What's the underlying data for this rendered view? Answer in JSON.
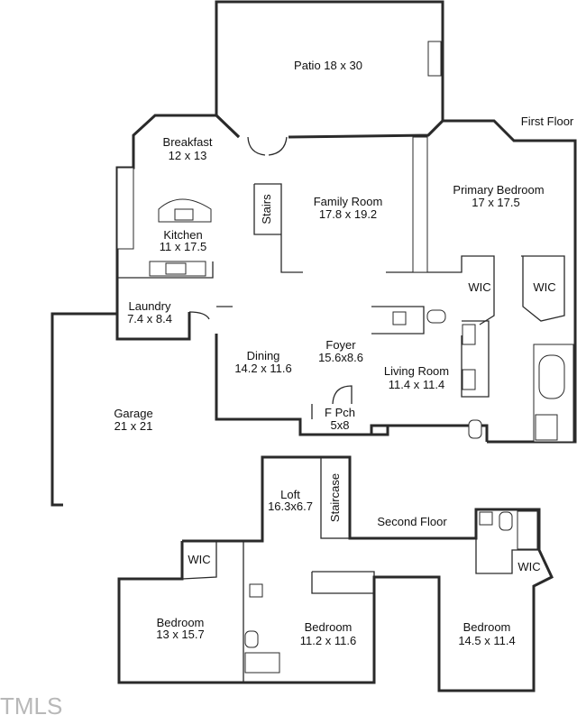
{
  "floors": {
    "first": "First Floor",
    "second": "Second Floor"
  },
  "rooms": {
    "patio": {
      "name": "Patio 18 x 30"
    },
    "breakfast": {
      "name": "Breakfast",
      "dims": "12 x 13"
    },
    "family": {
      "name": "Family Room",
      "dims": "17.8 x 19.2"
    },
    "primary": {
      "name": "Primary Bedroom",
      "dims": "17 x 17.5"
    },
    "kitchen": {
      "name": "Kitchen",
      "dims": "11 x 17.5"
    },
    "stairs": {
      "name": "Stairs"
    },
    "laundry": {
      "name": "Laundry",
      "dims": "7.4 x 8.4"
    },
    "wic1": {
      "name": "WIC"
    },
    "wic2": {
      "name": "WIC"
    },
    "garage": {
      "name": "Garage",
      "dims": "21 x 21"
    },
    "dining": {
      "name": "Dining",
      "dims": "14.2 x 11.6"
    },
    "foyer": {
      "name": "Foyer",
      "dims": "15.6x8.6"
    },
    "living": {
      "name": "Living Room",
      "dims": "11.4 x 11.4"
    },
    "porch": {
      "name": "F Pch",
      "dims": "5x8"
    },
    "loft": {
      "name": "Loft",
      "dims": "16.3x6.7"
    },
    "staircase": {
      "name": "Staircase"
    },
    "wic3": {
      "name": "WIC"
    },
    "wic4": {
      "name": "WIC"
    },
    "bed1": {
      "name": "Bedroom",
      "dims": "13 x 15.7"
    },
    "bed2": {
      "name": "Bedroom",
      "dims": "11.2 x 11.6"
    },
    "bed3": {
      "name": "Bedroom",
      "dims": "14.5 x 11.4"
    }
  },
  "watermark": "TMLS"
}
